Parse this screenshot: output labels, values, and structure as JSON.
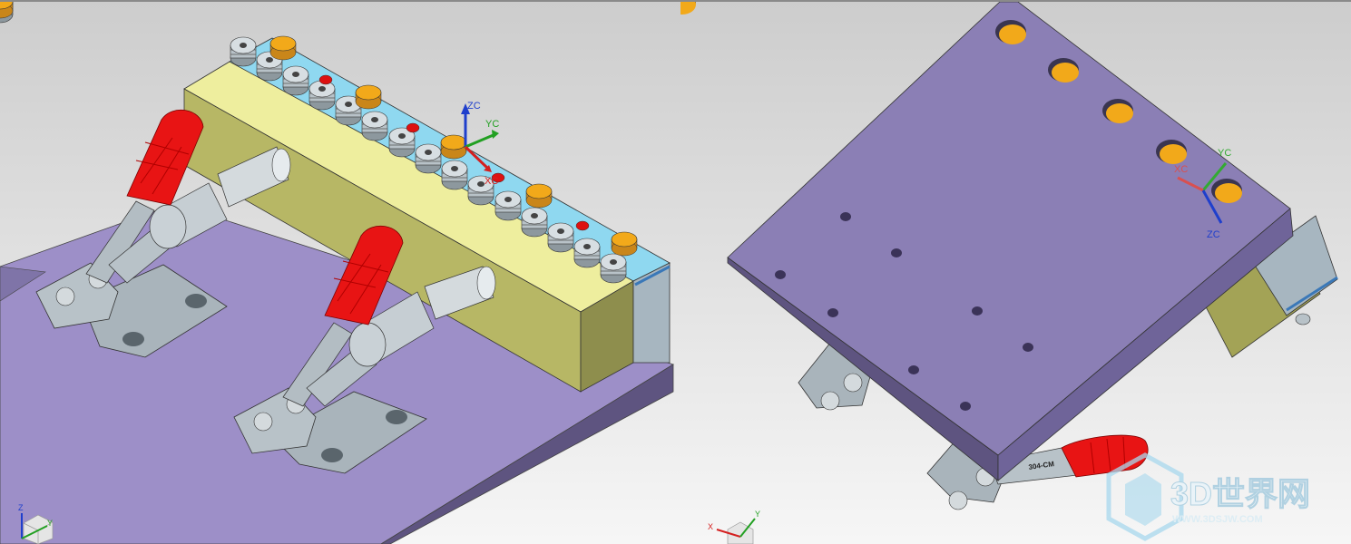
{
  "app": {
    "type": "CAD graphics window",
    "background_top": "#cfcfcf",
    "background_bottom": "#f4f4f4"
  },
  "colors": {
    "base_plate_top": "#9d8fc8",
    "base_plate_side": "#5e5480",
    "base_plate_front": "#6f6499",
    "block_top": "#eeee9e",
    "block_front": "#a3a356",
    "block_end": "#8c8c4c",
    "strip_top": "#8fd8f0",
    "knob": "#b8c2c8",
    "handle": "#e81414",
    "pin_orange": "#f2a91a",
    "pin_red": "#dd1111",
    "clamp_body": "#a9b4bb",
    "x_axis": "#d42020",
    "y_axis": "#22a022",
    "z_axis": "#1f3fcc"
  },
  "left_view": {
    "csys": {
      "x": "XC",
      "y": "YC",
      "z": "ZC"
    },
    "triad": {
      "z": "Z",
      "y": "Y"
    }
  },
  "right_view": {
    "csys": {
      "x": "XC",
      "y": "YC",
      "z": "ZC"
    },
    "triad": {
      "x": "X",
      "y": "Y"
    },
    "clamp_marking": "304-CM"
  },
  "watermark": {
    "brand": "3D世界网",
    "url": "WWW.3DSJW.COM"
  }
}
